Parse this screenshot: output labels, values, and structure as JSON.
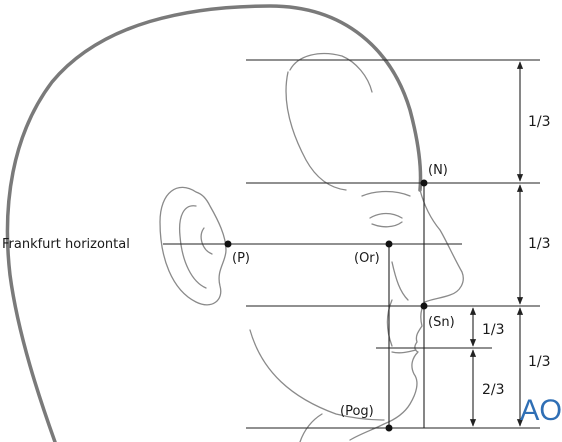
{
  "points": {
    "n": "(N)",
    "p": "(P)",
    "or": "(Or)",
    "sn": "(Sn)",
    "pog": "(Pog)"
  },
  "plane_label": "Frankfurt horizontal",
  "proportions": {
    "upper_third": "1/3",
    "middle_third": "1/3",
    "lower_third": "1/3",
    "lip_upper": "1/3",
    "lip_lower": "2/3"
  },
  "logo": "AO",
  "colors": {
    "outline": "#7a7a7a",
    "lines": "#222222",
    "logo": "#2f6fb5"
  }
}
